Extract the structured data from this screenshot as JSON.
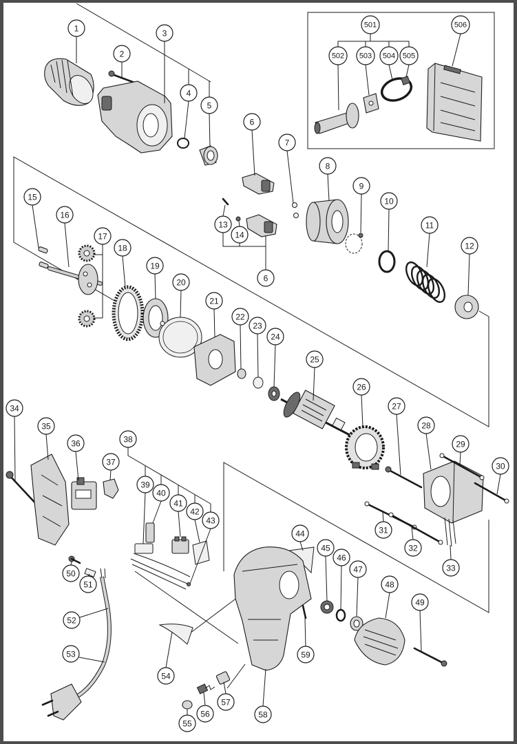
{
  "callouts": [
    "1",
    "2",
    "3",
    "4",
    "5",
    "6",
    "7",
    "8",
    "9",
    "10",
    "11",
    "12",
    "13",
    "14",
    "6",
    "15",
    "16",
    "17",
    "18",
    "19",
    "20",
    "21",
    "22",
    "23",
    "24",
    "25",
    "26",
    "27",
    "28",
    "29",
    "30",
    "31",
    "32",
    "33",
    "34",
    "35",
    "36",
    "37",
    "38",
    "39",
    "40",
    "41",
    "42",
    "43",
    "44",
    "45",
    "46",
    "47",
    "48",
    "49",
    "50",
    "51",
    "52",
    "53",
    "54",
    "55",
    "56",
    "57",
    "58",
    "59"
  ],
  "accessory_callouts": [
    "501",
    "502",
    "503",
    "504",
    "505",
    "506"
  ],
  "colors": {
    "frame": "#4d4d4d",
    "background": "#ffffff",
    "line": "#1a1a1a",
    "part_fill": "#d6d6d6"
  }
}
